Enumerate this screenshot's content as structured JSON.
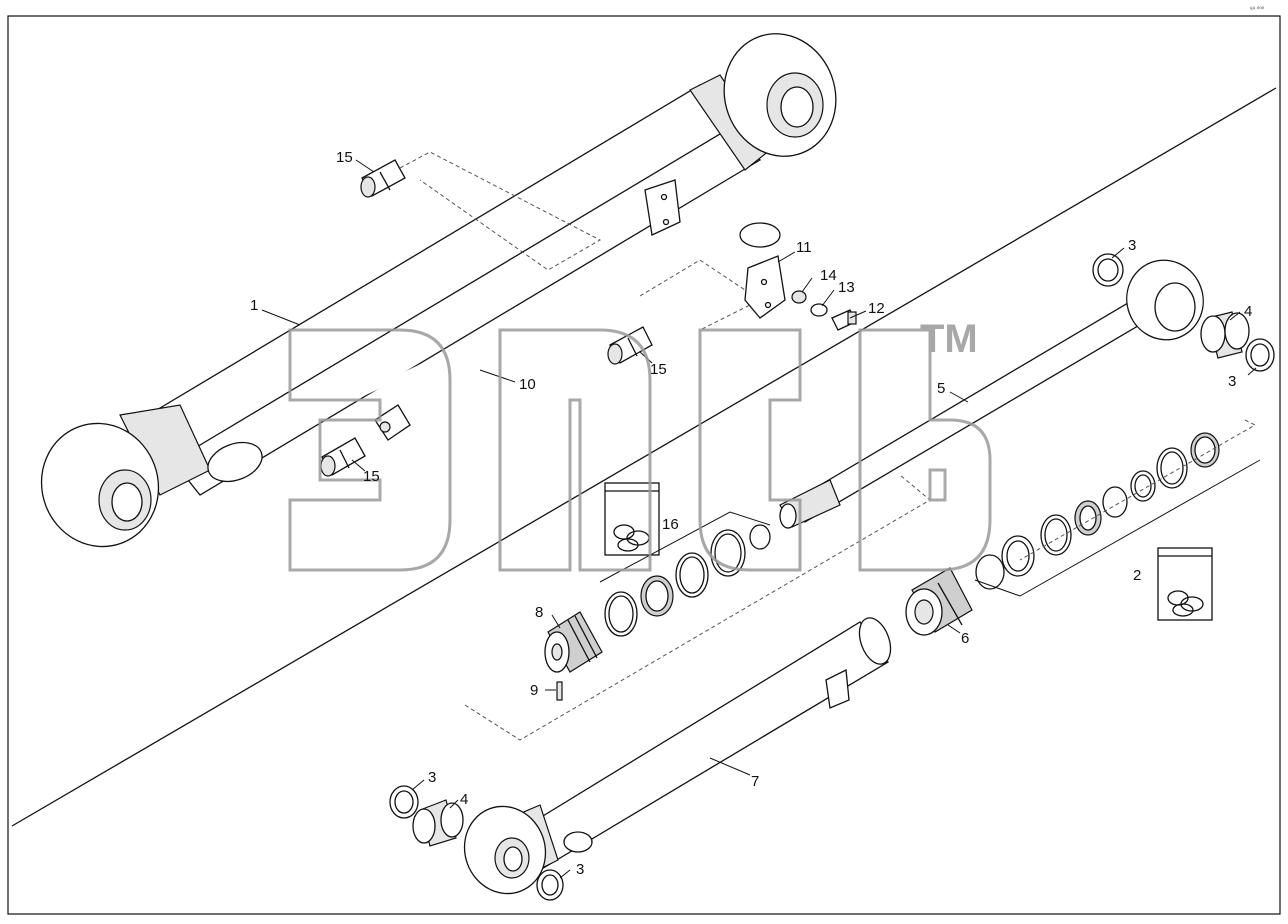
{
  "diagram": {
    "corner_code": "⁸ᴬ ⁰⁰⁰",
    "watermark_mark": "TM",
    "callouts": [
      {
        "id": "c15a",
        "text": "15"
      },
      {
        "id": "c1",
        "text": "1"
      },
      {
        "id": "c11",
        "text": "11"
      },
      {
        "id": "c14",
        "text": "14"
      },
      {
        "id": "c13",
        "text": "13"
      },
      {
        "id": "c12",
        "text": "12"
      },
      {
        "id": "c15b",
        "text": "15"
      },
      {
        "id": "c10",
        "text": "10"
      },
      {
        "id": "c15c",
        "text": "15"
      },
      {
        "id": "c3a",
        "text": "3"
      },
      {
        "id": "c4a",
        "text": "4"
      },
      {
        "id": "c3b",
        "text": "3"
      },
      {
        "id": "c5",
        "text": "5"
      },
      {
        "id": "c16",
        "text": "16"
      },
      {
        "id": "c2",
        "text": "2"
      },
      {
        "id": "c8",
        "text": "8"
      },
      {
        "id": "c6",
        "text": "6"
      },
      {
        "id": "c9",
        "text": "9"
      },
      {
        "id": "c7",
        "text": "7"
      },
      {
        "id": "c3c",
        "text": "3"
      },
      {
        "id": "c4b",
        "text": "4"
      },
      {
        "id": "c3d",
        "text": "3"
      }
    ]
  }
}
